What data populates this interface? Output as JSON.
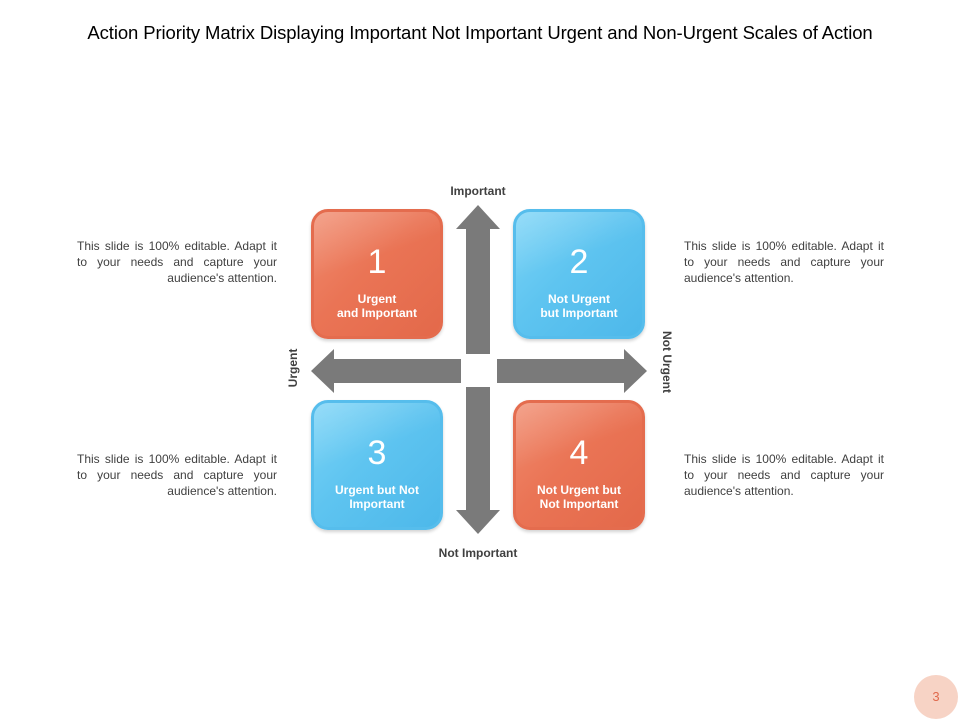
{
  "title": "Action Priority Matrix Displaying Important Not Important Urgent and Non-Urgent Scales of Action",
  "axes": {
    "top": "Important",
    "bottom": "Not Important",
    "left": "Urgent",
    "right": "Not Urgent"
  },
  "quadrants": [
    {
      "number": "1",
      "label_line1": "Urgent",
      "label_line2": "and Important",
      "color": "#ea7455"
    },
    {
      "number": "2",
      "label_line1": "Not Urgent",
      "label_line2": "but Important",
      "color": "#5ec4f0"
    },
    {
      "number": "3",
      "label_line1": "Urgent but Not",
      "label_line2": "Important",
      "color": "#5ec4f0"
    },
    {
      "number": "4",
      "label_line1": "Not Urgent but",
      "label_line2": "Not Important",
      "color": "#ea7455"
    }
  ],
  "side_texts": {
    "top_left": "This slide is 100% editable. Adapt it to your needs and capture your audience's attention.",
    "top_right": "This slide is 100% editable. Adapt it to your needs and capture your audience's attention.",
    "bottom_left": "This slide is 100% editable. Adapt it to your needs and capture your audience's attention.",
    "bottom_right": "This slide is 100% editable. Adapt it to your needs and capture your audience's attention."
  },
  "arrow_color": "#7a7a7a",
  "page_number": "3"
}
